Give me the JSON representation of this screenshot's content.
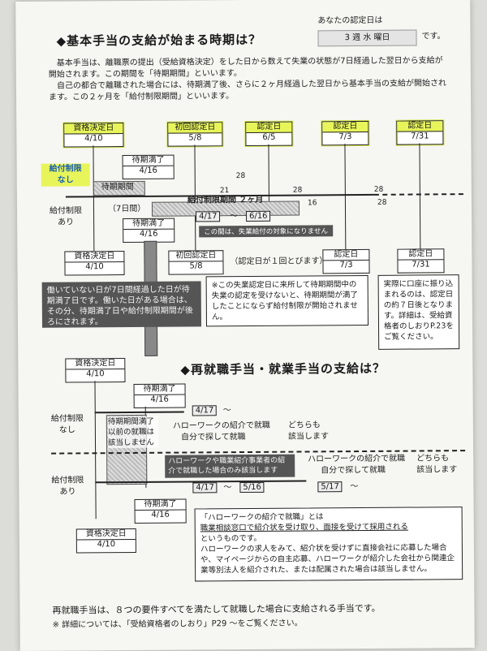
{
  "section1": {
    "title": "◆基本手当の支給が始まる時期は？",
    "cert_prefix": "あなたの認定日は",
    "cert_value": "3 週 水 曜日",
    "cert_suffix": "です。",
    "para1": "基本手当は、離職票の提出（受給資格決定）をした日から数えて失業の状態が7日経過した翌日から支給が開始されます。この期間を「待期期間」といいます。",
    "para2": "自己の都合で離職された場合には、待期満了後、さらに２ヶ月経過した翌日から基本手当の支給が開始されます。この２ヶ月を「給付制限期間」といいます。"
  },
  "timeline_top": [
    {
      "label": "資格決定日",
      "date": "4/10"
    },
    {
      "label": "初回認定日",
      "date": "5/8"
    },
    {
      "label": "認定日",
      "date": "6/5"
    },
    {
      "label": "認定日",
      "date": "7/3"
    },
    {
      "label": "認定日",
      "date": "7/31"
    }
  ],
  "rows": {
    "nashi": "給付制限\nなし",
    "ari": "給付制限\nあり"
  },
  "waiting": {
    "label": "待期満了",
    "date": "4/16",
    "period": "待期期間",
    "seven": "（7日間）"
  },
  "gaps": {
    "g21": "21",
    "g28a": "28",
    "g28b": "28",
    "g28c": "28",
    "g16": "16",
    "g28d": "28"
  },
  "restrict": {
    "label": "給付制限期間 ２ヶ月",
    "from": "4/17",
    "tilde": "～",
    "to": "6/16",
    "note": "この間は、失業給付の対象になりません"
  },
  "timeline_bottom": [
    {
      "label": "資格決定日",
      "date": "4/10"
    },
    {
      "label": "初回認定日",
      "date": "5/8"
    },
    {
      "label": "認定日",
      "date": "7/3"
    },
    {
      "label": "認定日",
      "date": "7/31"
    }
  ],
  "skip_note": "（認定日が１回とびます）",
  "dark_note": "働いていない日が7日間経過した日が待期満了日です。働いた日がある場合は、その分、待期満了日や給付制限期間が後ろにされます。",
  "mid_note": "※この失業認定日に来所して待期期間中の失業の認定を受けないと、待期期間が満了したことにならず給付制限が開始されません。",
  "right_note": "実際に口座に振り込まれるのは、認定日の約７日後となります。詳細は、受給資格者のしおりP.23をご覧ください。",
  "section2": {
    "title": "◆再就職手当・就業手当の支給は？",
    "box_label": "資格決定日",
    "box_date": "4/10",
    "wait_label": "待期満了",
    "wait_date": "4/16",
    "nashi": "給付制限\nなし",
    "ari": "給付制限\nあり",
    "n_from": "4/17",
    "n_tilde": "～",
    "hw_intro": "ハローワークの紹介で就職",
    "self_find": "自分で探して就職",
    "both": "どちらも",
    "applies": "該当します",
    "early_job": "待期期間満了以前の就職は該当しません",
    "hw_agency": "ハローワークや職業紹介事業者の紹介で就職した場合のみ該当します",
    "a_from": "4/17",
    "a_tilde": "～",
    "a_to": "5/16",
    "a_after": "5/17",
    "a_after_tilde": "～",
    "hw_intro2": "ハローワークの紹介で就職",
    "self_find2": "自分で探して就職",
    "both2": "どちらも",
    "applies2": "該当します",
    "wait2_label": "待期満了",
    "wait2_date": "4/16",
    "box2_label": "資格決定日",
    "box2_date": "4/10"
  },
  "hw_def": {
    "title": "「ハローワークの紹介で就職」とは",
    "line1": "職業相談窓口で紹介状を受け取り、面接を受けて採用される",
    "line2": "というものです。",
    "line3": "ハローワークの求人をみて、紹介状を受けずに直接会社に応募した場合や、マイページからの自主応募、ハローワークが紹介した会社から関連企業等別法人を紹介された、または配属された場合は該当しません。"
  },
  "footer": {
    "line1": "再就職手当は、８つの要件すべてを満たして就職した場合に支給される手当です。",
    "line2": "※ 詳細については、「受給資格者のしおり」P29 ～をご覧ください。"
  }
}
